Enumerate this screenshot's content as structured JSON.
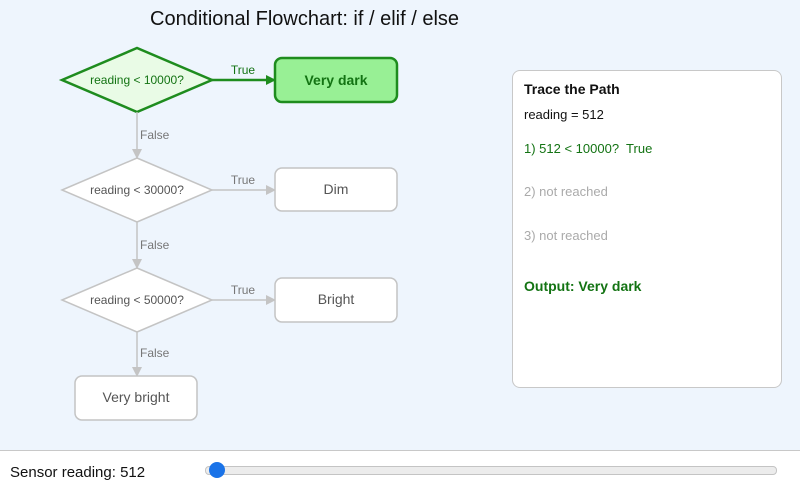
{
  "title": "Conditional Flowchart: if / elif / else",
  "flowchart": {
    "conditions": [
      {
        "label": "reading < 10000?",
        "true_label": "True",
        "false_label": "False",
        "active": true
      },
      {
        "label": "reading < 30000?",
        "true_label": "True",
        "false_label": "False",
        "active": false
      },
      {
        "label": "reading < 50000?",
        "true_label": "True",
        "false_label": "False",
        "active": false
      }
    ],
    "outcomes": [
      {
        "label": "Very dark",
        "active": true
      },
      {
        "label": "Dim",
        "active": false
      },
      {
        "label": "Bright",
        "active": false
      },
      {
        "label": "Very bright",
        "active": false
      }
    ]
  },
  "trace": {
    "heading": "Trace the Path",
    "reading_line": "reading = 512",
    "steps": [
      "1) 512 < 10000?  True",
      "2) not reached",
      "3) not reached"
    ],
    "output": "Output: Very dark"
  },
  "slider": {
    "label": "Sensor reading: 512",
    "value": 512,
    "min": 0,
    "max": 65535
  },
  "colors": {
    "active_stroke": "#1e8c1e",
    "active_fill": "#e9fbe6",
    "active_box_fill": "#98f095",
    "inactive_stroke": "#c4c4c4",
    "inactive_text": "#555555",
    "muted_text": "#aaaaaa",
    "active_text": "#137313",
    "slider_accent": "#1a73e8"
  }
}
